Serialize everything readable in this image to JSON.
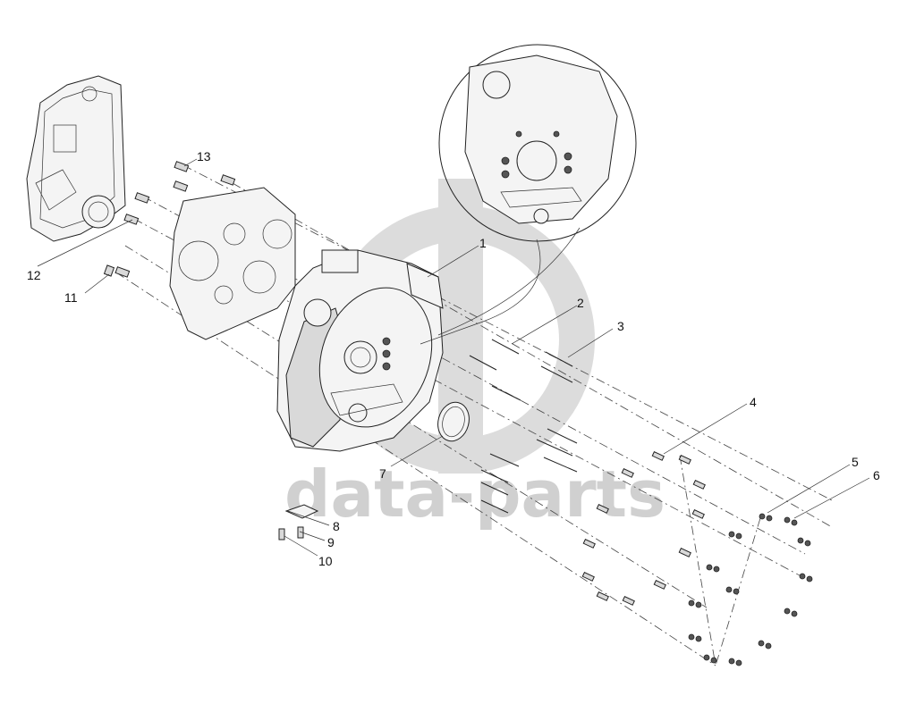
{
  "watermark": {
    "text": "data-parts"
  },
  "callouts": [
    {
      "id": "1",
      "label": "1"
    },
    {
      "id": "2",
      "label": "2"
    },
    {
      "id": "3",
      "label": "3"
    },
    {
      "id": "4",
      "label": "4"
    },
    {
      "id": "5",
      "label": "5"
    },
    {
      "id": "6",
      "label": "6"
    },
    {
      "id": "7",
      "label": "7"
    },
    {
      "id": "8",
      "label": "8"
    },
    {
      "id": "9",
      "label": "9"
    },
    {
      "id": "10",
      "label": "10"
    },
    {
      "id": "11",
      "label": "11"
    },
    {
      "id": "12",
      "label": "12"
    },
    {
      "id": "13",
      "label": "13"
    }
  ]
}
